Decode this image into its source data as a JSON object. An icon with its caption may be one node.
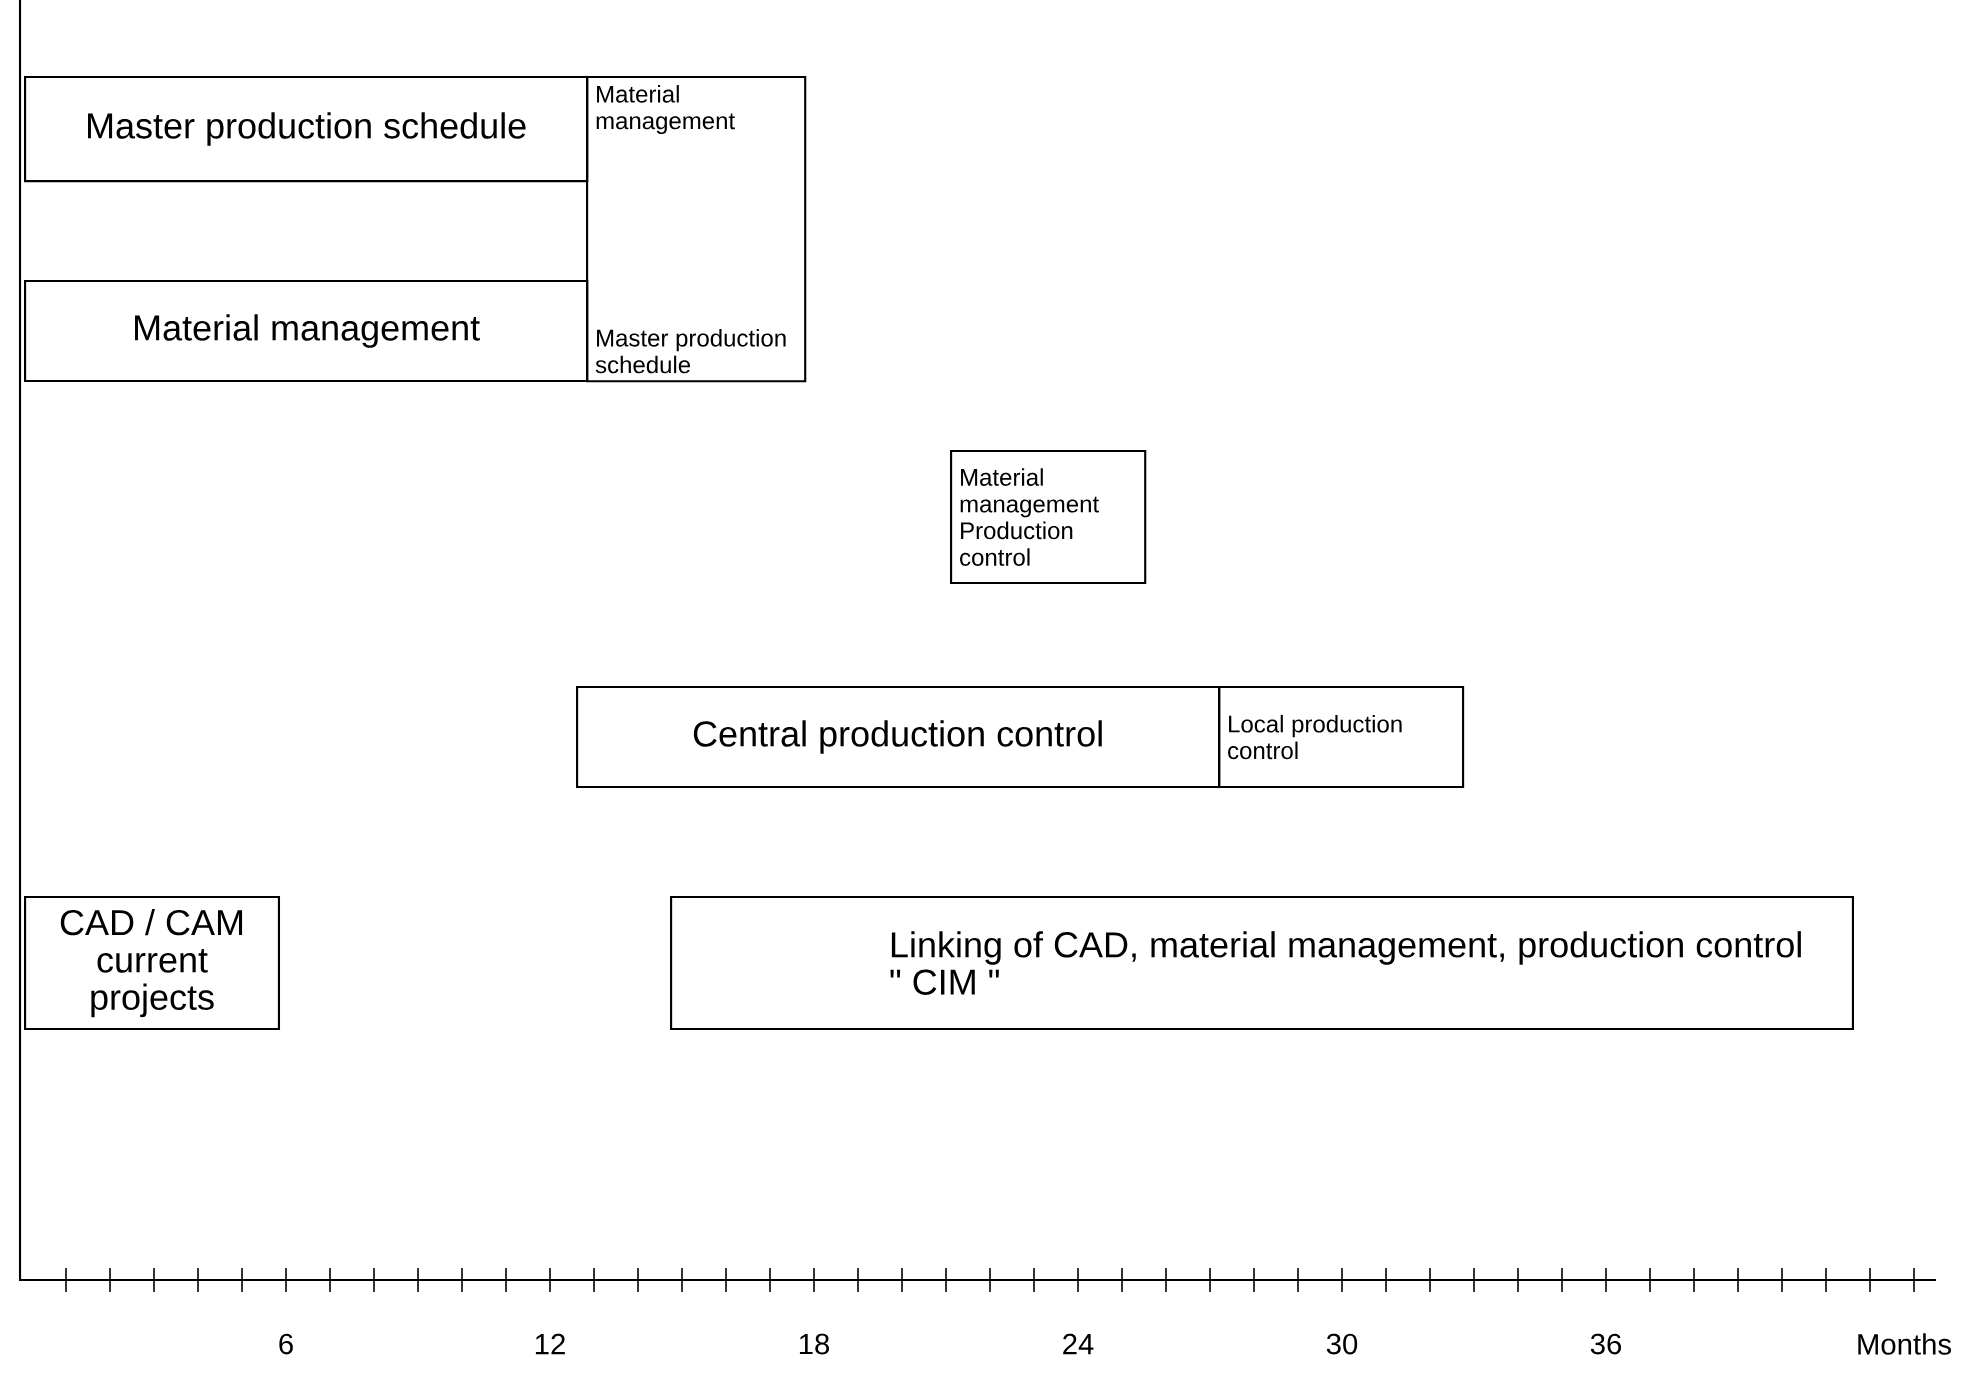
{
  "diagram": {
    "nodes": [
      {
        "text": [
          "Master production schedule"
        ]
      },
      {
        "text": [
          "Material management"
        ]
      },
      {
        "text": [
          "Material management",
          "Master production schedule"
        ]
      },
      {
        "text": [
          "Material management",
          "Production control"
        ]
      },
      {
        "text": [
          "Central production control"
        ]
      },
      {
        "text": [
          "Local production control"
        ]
      },
      {
        "text": [
          "CAD / CAM current projects"
        ]
      },
      {
        "text": [
          "Linking of CAD, material management, production control \" CIM \""
        ]
      }
    ],
    "labels": [
      "6",
      "12",
      "18",
      "24",
      "30",
      "36",
      "Months"
    ]
  }
}
